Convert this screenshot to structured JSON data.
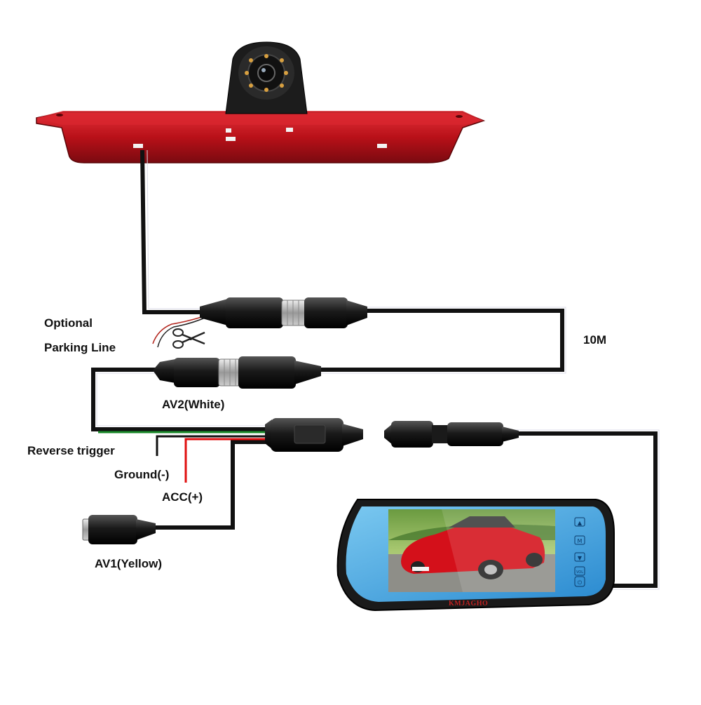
{
  "labels": {
    "optional": "Optional",
    "parking_line": "Parking Line",
    "cable_length": "10M",
    "av2": "AV2(White)",
    "reverse_trigger": "Reverse trigger",
    "ground": "Ground(-)",
    "acc": "ACC(+)",
    "av1": "AV1(Yellow)"
  },
  "monitor": {
    "brand": "KMJAGHO",
    "buttons": [
      "▲",
      "M",
      "▼",
      "VOL",
      "⏻"
    ]
  },
  "colors": {
    "brake_light": "#c8141c",
    "cable": "#111111",
    "wire_green": "#1a8a2a",
    "wire_black": "#111111",
    "wire_red": "#e01010",
    "screen": "#3aa0e0",
    "mirror_frame": "#1a1a1a"
  },
  "icons": {
    "scissors": "scissors-icon"
  }
}
